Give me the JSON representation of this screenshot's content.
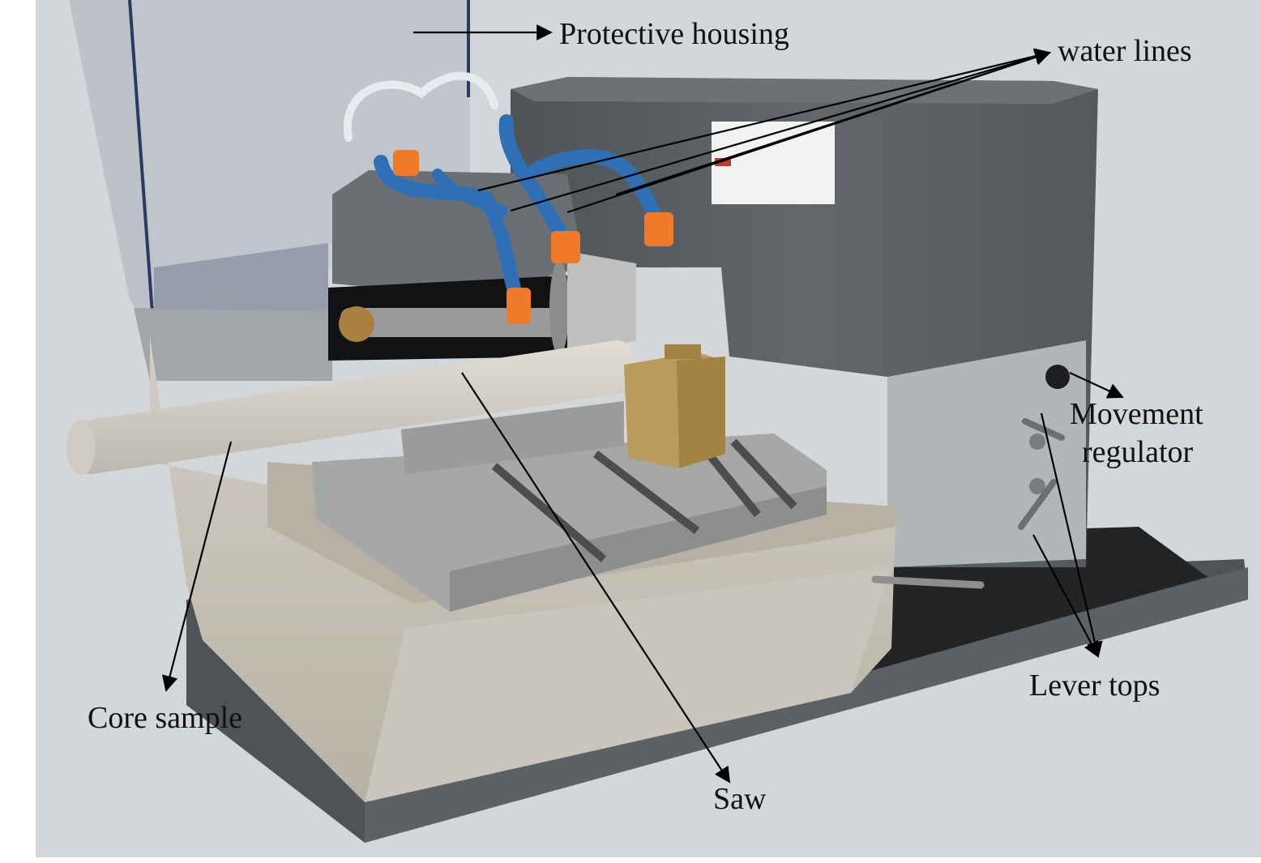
{
  "figure": {
    "labels": {
      "protective_housing": "Protective housing",
      "water_lines": "water lines",
      "movement_regulator_line1": "Movement",
      "movement_regulator_line2": "regulator",
      "core_sample": "Core sample",
      "saw": "Saw",
      "lever_tops": "Lever tops"
    },
    "colors": {
      "background": "#d3d7da",
      "housing_dark": "#5c6065",
      "base_plate": "#55595d",
      "tray": "#c9c4b8",
      "table_metal": "#a7a9a8",
      "core": "#d6d2ca",
      "brass": "#b99b5e",
      "hose_blue": "#2f6fb5",
      "nozzle_orange": "#f07a2a",
      "guard_plastic": "#b6bcc4"
    }
  }
}
